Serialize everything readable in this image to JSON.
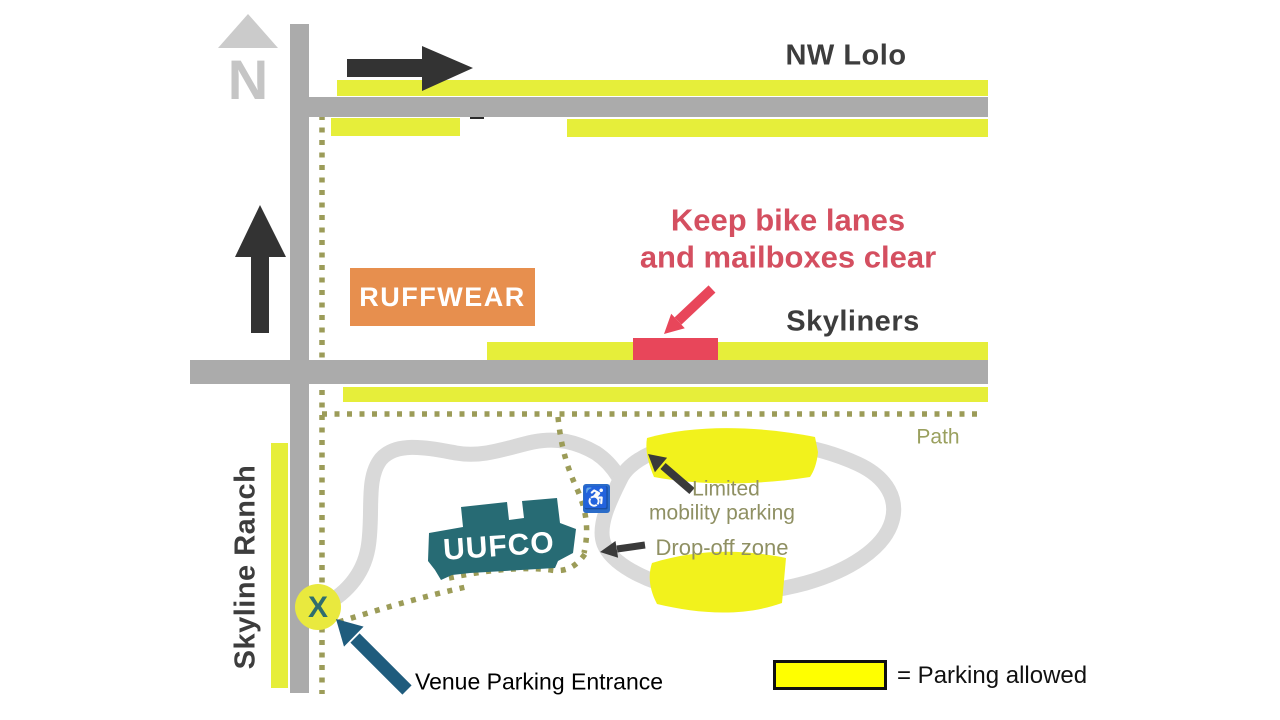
{
  "compass": {
    "label": "N"
  },
  "streets": {
    "nw_lolo": "NW Lolo",
    "skyliners": "Skyliners",
    "skyline_ranch": "Skyline Ranch"
  },
  "warning": {
    "line1": "Keep bike lanes",
    "line2": "and mailboxes clear"
  },
  "buildings": {
    "ruffwear": "RUFFWEAR",
    "uufco": "UUFCO"
  },
  "site_labels": {
    "path": "Path",
    "limited_mobility_line1": "Limited",
    "limited_mobility_line2": "mobility parking",
    "drop_off": "Drop-off zone",
    "entrance_marker": "X",
    "venue_entrance": "Venue Parking Entrance"
  },
  "icons": {
    "accessible": "♿"
  },
  "legend": {
    "label": "= Parking allowed"
  },
  "colors": {
    "road_gray": "#ababab",
    "driveway_gray": "#d9d9d9",
    "parking_strip_yellow": "#e6ee3a",
    "highlighter_yellow": "#f2f21c",
    "legend_yellow": "#ffff00",
    "no_parking_red": "#e8465a",
    "warning_text_red": "#d44f60",
    "ruffwear_orange": "#e78f4e",
    "uufco_teal": "#276b74",
    "accessible_blue": "#2b6cc8",
    "entrance_arrow_teal": "#1f5c7d",
    "path_olive": "#9c9c58"
  }
}
